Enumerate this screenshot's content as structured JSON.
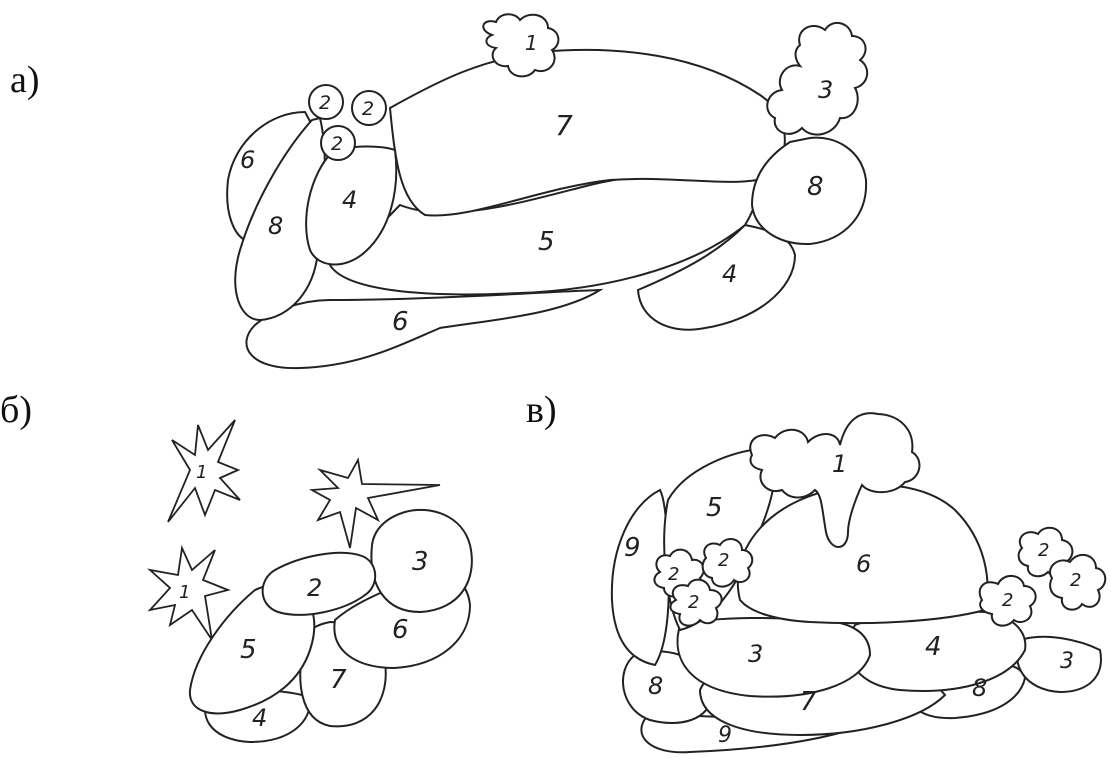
{
  "panels": [
    {
      "label": "а)",
      "regions": [
        "1",
        "2",
        "2",
        "2",
        "3",
        "4",
        "4",
        "5",
        "6",
        "6",
        "7",
        "8",
        "8"
      ]
    },
    {
      "label": "б)",
      "regions": [
        "1",
        "1",
        "2",
        "3",
        "4",
        "5",
        "6",
        "7"
      ]
    },
    {
      "label": "в)",
      "regions": [
        "1",
        "2",
        "2",
        "2",
        "2",
        "2",
        "2",
        "3",
        "3",
        "4",
        "5",
        "6",
        "7",
        "8",
        "8",
        "9",
        "9"
      ]
    }
  ]
}
